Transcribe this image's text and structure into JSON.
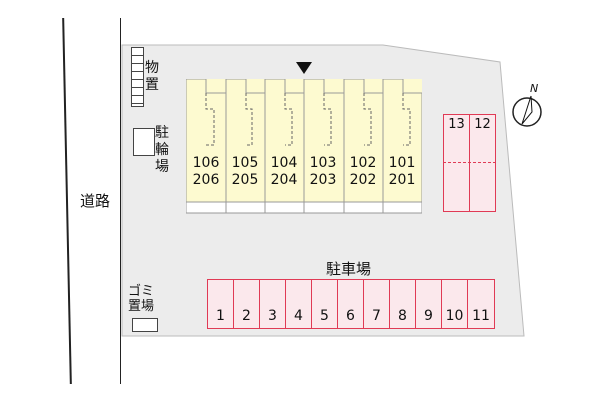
{
  "road_label": "道路",
  "storage_label": "物置",
  "bicycle_parking_label": "駐輪場",
  "garbage_label": "ゴミ置場",
  "parking_label": "駐車場",
  "units_upper": [
    "106",
    "105",
    "104",
    "103",
    "102",
    "101"
  ],
  "units_lower": [
    "206",
    "205",
    "204",
    "203",
    "202",
    "201"
  ],
  "parking_bottom": [
    "1",
    "2",
    "3",
    "4",
    "5",
    "6",
    "7",
    "8",
    "9",
    "10",
    "11"
  ],
  "parking_right": [
    "13",
    "12"
  ],
  "compass_label": "N",
  "colors": {
    "lot": "#ececec",
    "building": "#fdfad0",
    "parking_border": "#e03a55",
    "parking_fill": "#fbe8ec"
  }
}
